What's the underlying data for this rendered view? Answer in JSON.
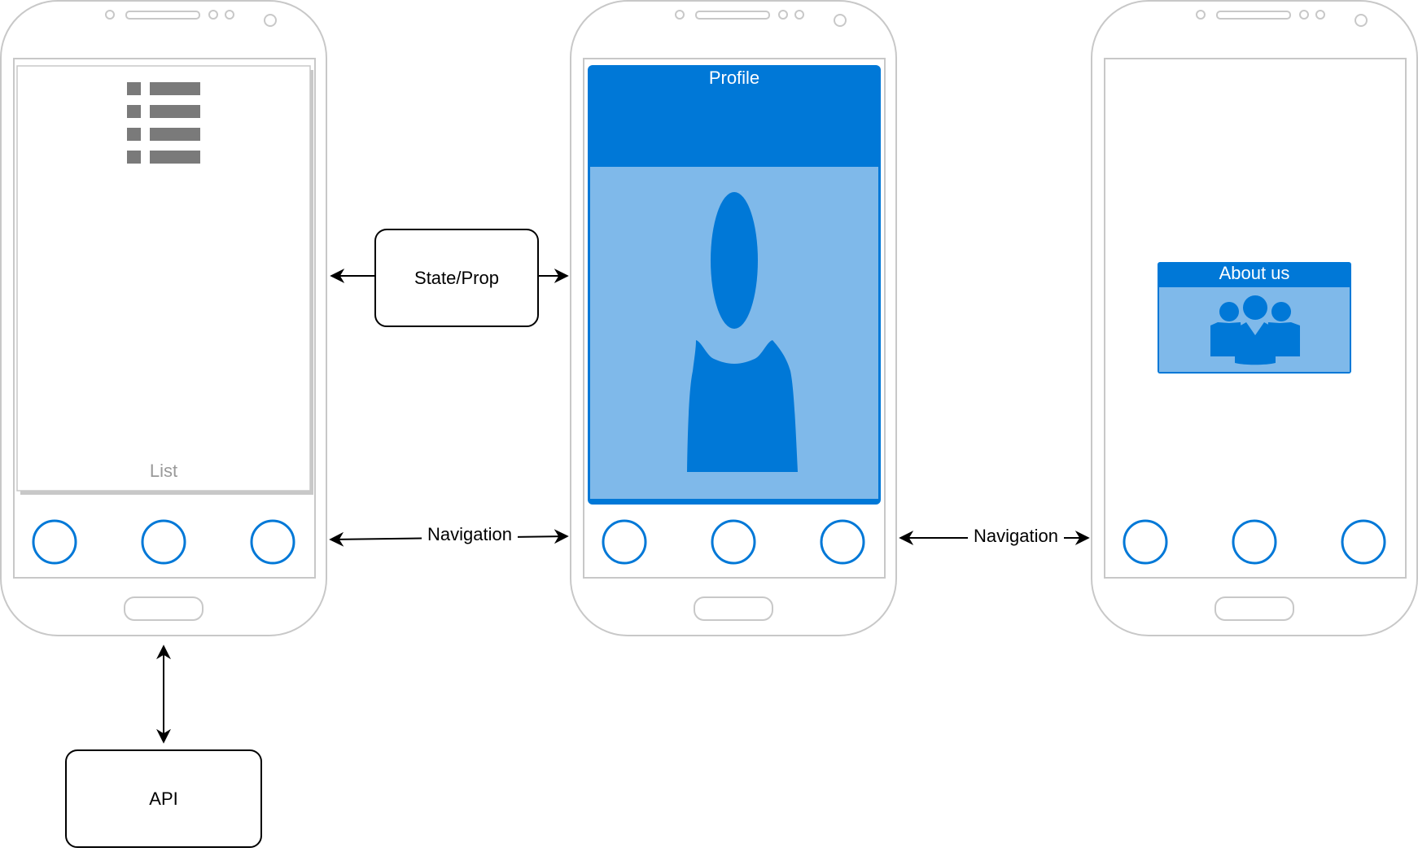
{
  "screens": {
    "list": {
      "label": "List",
      "nav_buttons": 3
    },
    "profile": {
      "title": "Profile",
      "nav_buttons": 3
    },
    "about": {
      "card_title": "About us",
      "nav_buttons": 3
    }
  },
  "boxes": {
    "state_prop": "State/Prop",
    "api": "API"
  },
  "connectors": {
    "nav_list_profile": "Navigation",
    "nav_profile_about": "Navigation"
  },
  "colors": {
    "accent": "#0078D7",
    "accent_light": "#7FB9EA",
    "phone_outline": "#C8C8C8",
    "list_icon": "#7A7A7A",
    "label_gray": "#999999"
  },
  "icons": {
    "list": "list-icon",
    "person": "person-silhouette-icon",
    "group": "people-group-icon",
    "nav_button": "circle-nav-button-icon"
  }
}
